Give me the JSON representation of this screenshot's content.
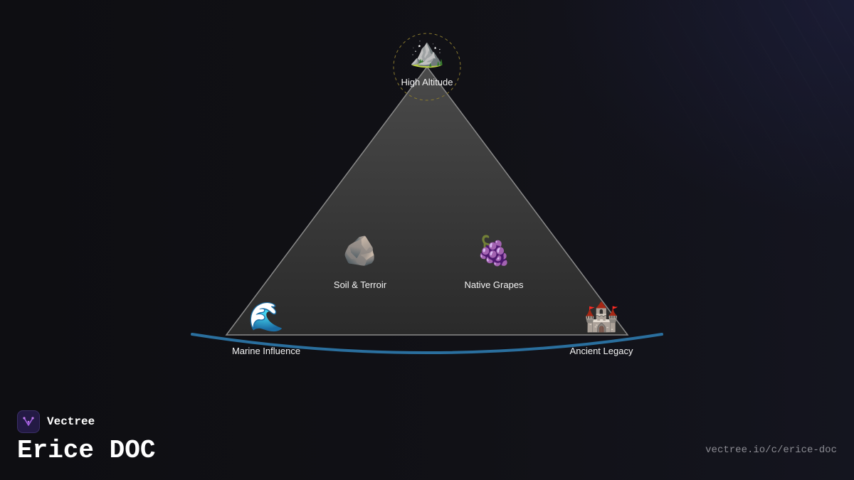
{
  "diagram": {
    "nodes": {
      "high_altitude": {
        "icon": "mountain-icon",
        "glyph": "⛰️",
        "label": "High Altitude"
      },
      "soil_terroir": {
        "icon": "rock-icon",
        "glyph": "🪨",
        "label": "Soil & Terroir"
      },
      "native_grapes": {
        "icon": "grapes-icon",
        "glyph": "🍇",
        "label": "Native Grapes"
      },
      "marine_influence": {
        "icon": "wave-icon",
        "glyph": "🌊",
        "label": "Marine Influence"
      },
      "ancient_legacy": {
        "icon": "castle-icon",
        "glyph": "🏰",
        "label": "Ancient Legacy"
      }
    },
    "colors": {
      "triangle_top": "#4a4a4a",
      "triangle_bottom": "#2a2a2a",
      "triangle_stroke": "#8a8a8a",
      "arc": "#2a6f9e",
      "apex_ring": "#8a7a2e"
    }
  },
  "footer": {
    "brand_icon": "vectree-logo-icon",
    "brand_name": "Vectree",
    "title": "Erice DOC",
    "url": "vectree.io/c/erice-doc"
  }
}
